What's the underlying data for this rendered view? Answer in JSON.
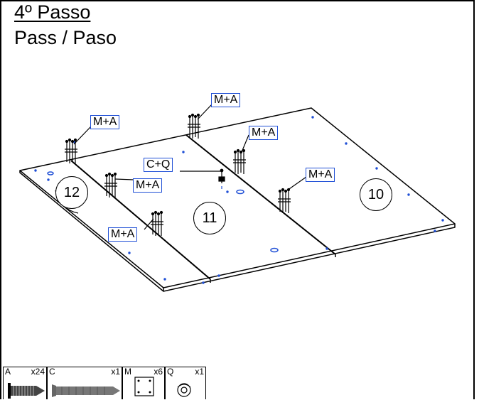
{
  "header": {
    "title": "4º Passo",
    "subtitle": "Pass / Paso"
  },
  "callouts": [
    {
      "text": "M+A"
    },
    {
      "text": "M+A"
    },
    {
      "text": "M+A"
    },
    {
      "text": "C+Q"
    },
    {
      "text": "M+A"
    },
    {
      "text": "M+A"
    },
    {
      "text": "M+A"
    }
  ],
  "panels": [
    {
      "number": "12"
    },
    {
      "number": "11"
    },
    {
      "number": "10"
    }
  ],
  "parts": [
    {
      "letter": "A",
      "qty": "x24",
      "icon": "screw-icon"
    },
    {
      "letter": "C",
      "qty": "x1",
      "icon": "long-screw-icon"
    },
    {
      "letter": "M",
      "qty": "x6",
      "icon": "plate-icon"
    },
    {
      "letter": "Q",
      "qty": "x1",
      "icon": "nut-icon"
    }
  ],
  "colors": {
    "callout_border": "#1f4fd6",
    "hole_marks": "#1f4fd6",
    "lines": "#000000"
  }
}
